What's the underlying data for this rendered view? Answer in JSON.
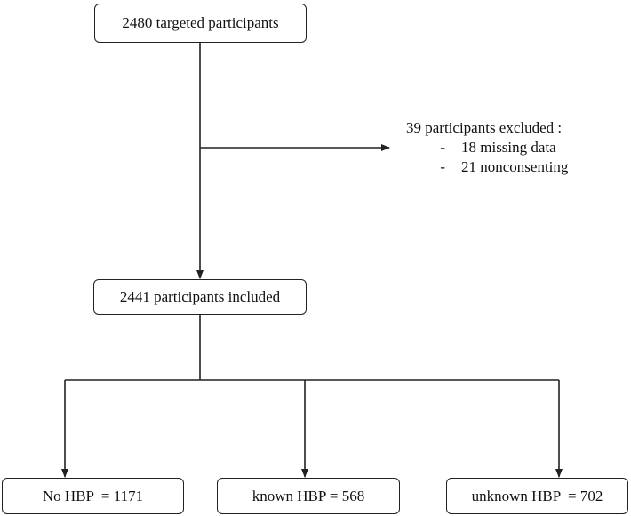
{
  "flowchart": {
    "top_box": "2480 targeted participants",
    "exclusion": {
      "title": "39 participants excluded :",
      "items": [
        {
          "bullet": "-",
          "text": "18 missing data"
        },
        {
          "bullet": "-",
          "text": "21 nonconsenting"
        }
      ]
    },
    "middle_box": "2441 participants included",
    "groups": [
      {
        "label": "No HBP  = 1171"
      },
      {
        "label": "known HBP = 568"
      },
      {
        "label": "unknown HBP  = 702"
      }
    ]
  },
  "colors": {
    "line": "#222222",
    "text": "#111111",
    "background": "#ffffff"
  }
}
